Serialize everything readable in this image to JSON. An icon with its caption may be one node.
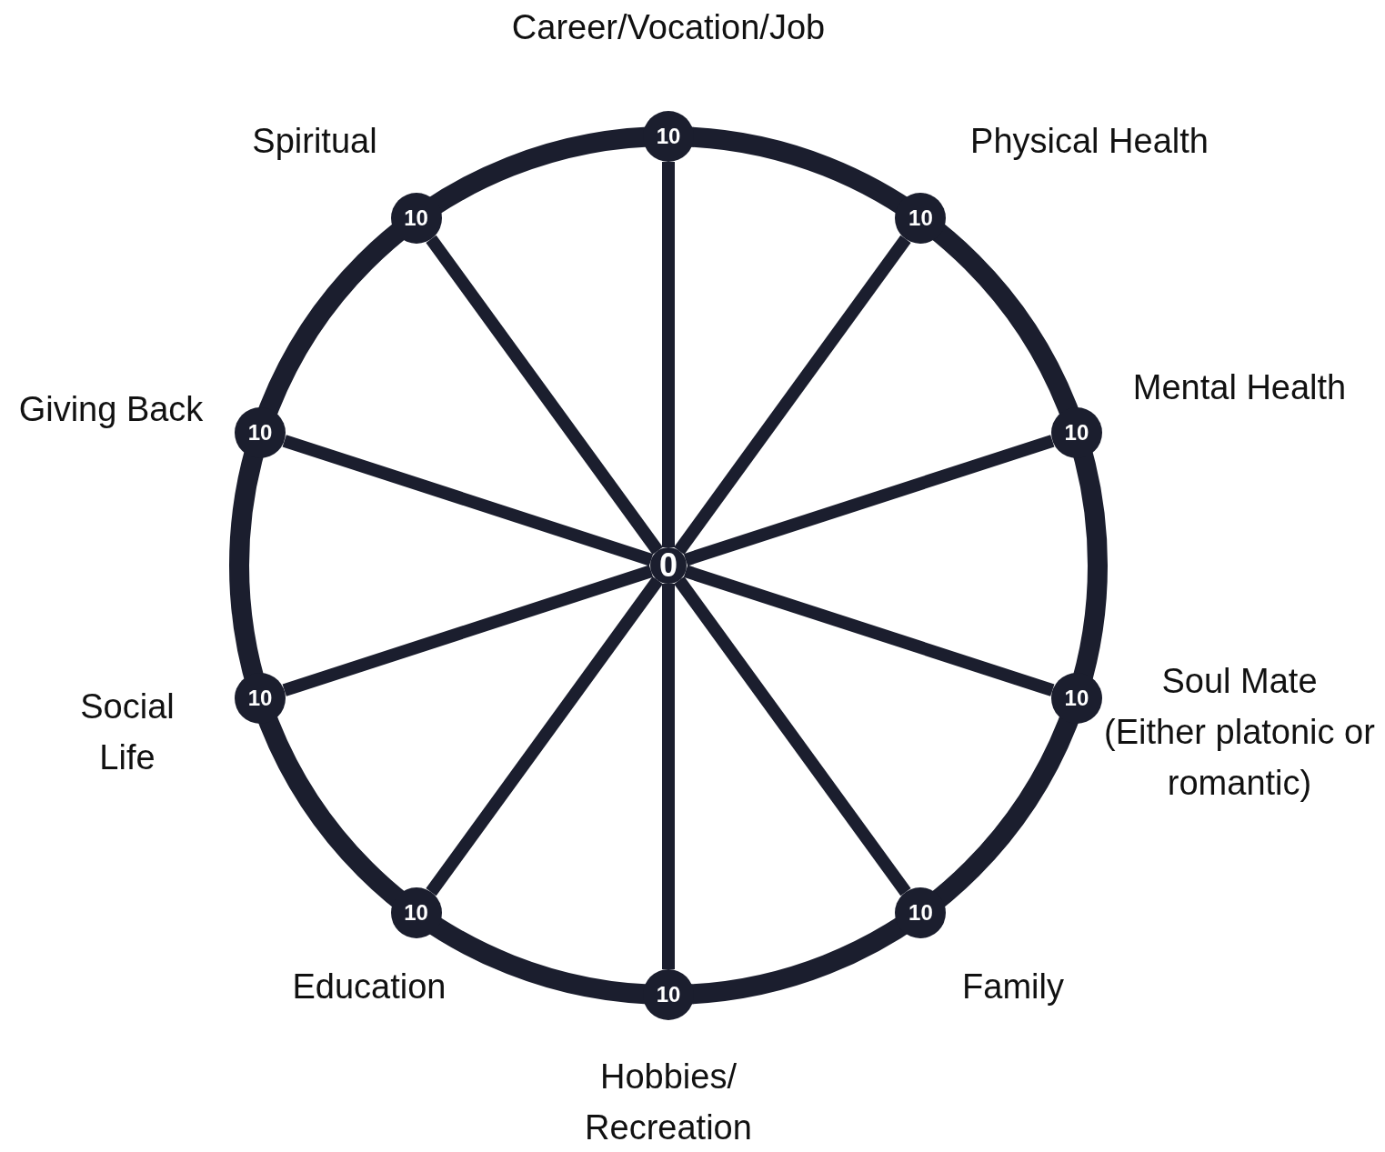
{
  "diagram": {
    "nodes": [
      {
        "text": [
          "0"
        ]
      },
      {
        "text": [
          "10"
        ],
        "beside": [
          "Career/Vocation/Job"
        ]
      },
      {
        "text": [
          "10"
        ],
        "beside": [
          "Physical Health"
        ]
      },
      {
        "text": [
          "10"
        ],
        "beside": [
          "Mental Health"
        ]
      },
      {
        "text": [
          "10"
        ],
        "beside": [
          "Soul Mate",
          "(Either platonic or romantic)"
        ]
      },
      {
        "text": [
          "10"
        ],
        "beside": [
          "Family"
        ]
      },
      {
        "text": [
          "10"
        ],
        "beside": [
          "Hobbies/ Recreation"
        ]
      },
      {
        "text": [
          "10"
        ],
        "beside": [
          "Education"
        ]
      },
      {
        "text": [
          "10"
        ],
        "beside": [
          "Social Life"
        ]
      },
      {
        "text": [
          "10"
        ],
        "beside": [
          "Giving Back"
        ]
      },
      {
        "text": [
          "10"
        ],
        "beside": [
          "Spiritual"
        ]
      }
    ],
    "edges": [
      {
        "from": 0,
        "to": 1,
        "arrow": "none"
      },
      {
        "from": 0,
        "to": 2,
        "arrow": "none"
      },
      {
        "from": 0,
        "to": 3,
        "arrow": "none"
      },
      {
        "from": 0,
        "to": 4,
        "arrow": "none"
      },
      {
        "from": 0,
        "to": 5,
        "arrow": "none"
      },
      {
        "from": 0,
        "to": 6,
        "arrow": "none"
      },
      {
        "from": 0,
        "to": 7,
        "arrow": "none"
      },
      {
        "from": 0,
        "to": 8,
        "arrow": "none"
      },
      {
        "from": 0,
        "to": 9,
        "arrow": "none"
      },
      {
        "from": 0,
        "to": 10,
        "arrow": "none"
      }
    ]
  }
}
